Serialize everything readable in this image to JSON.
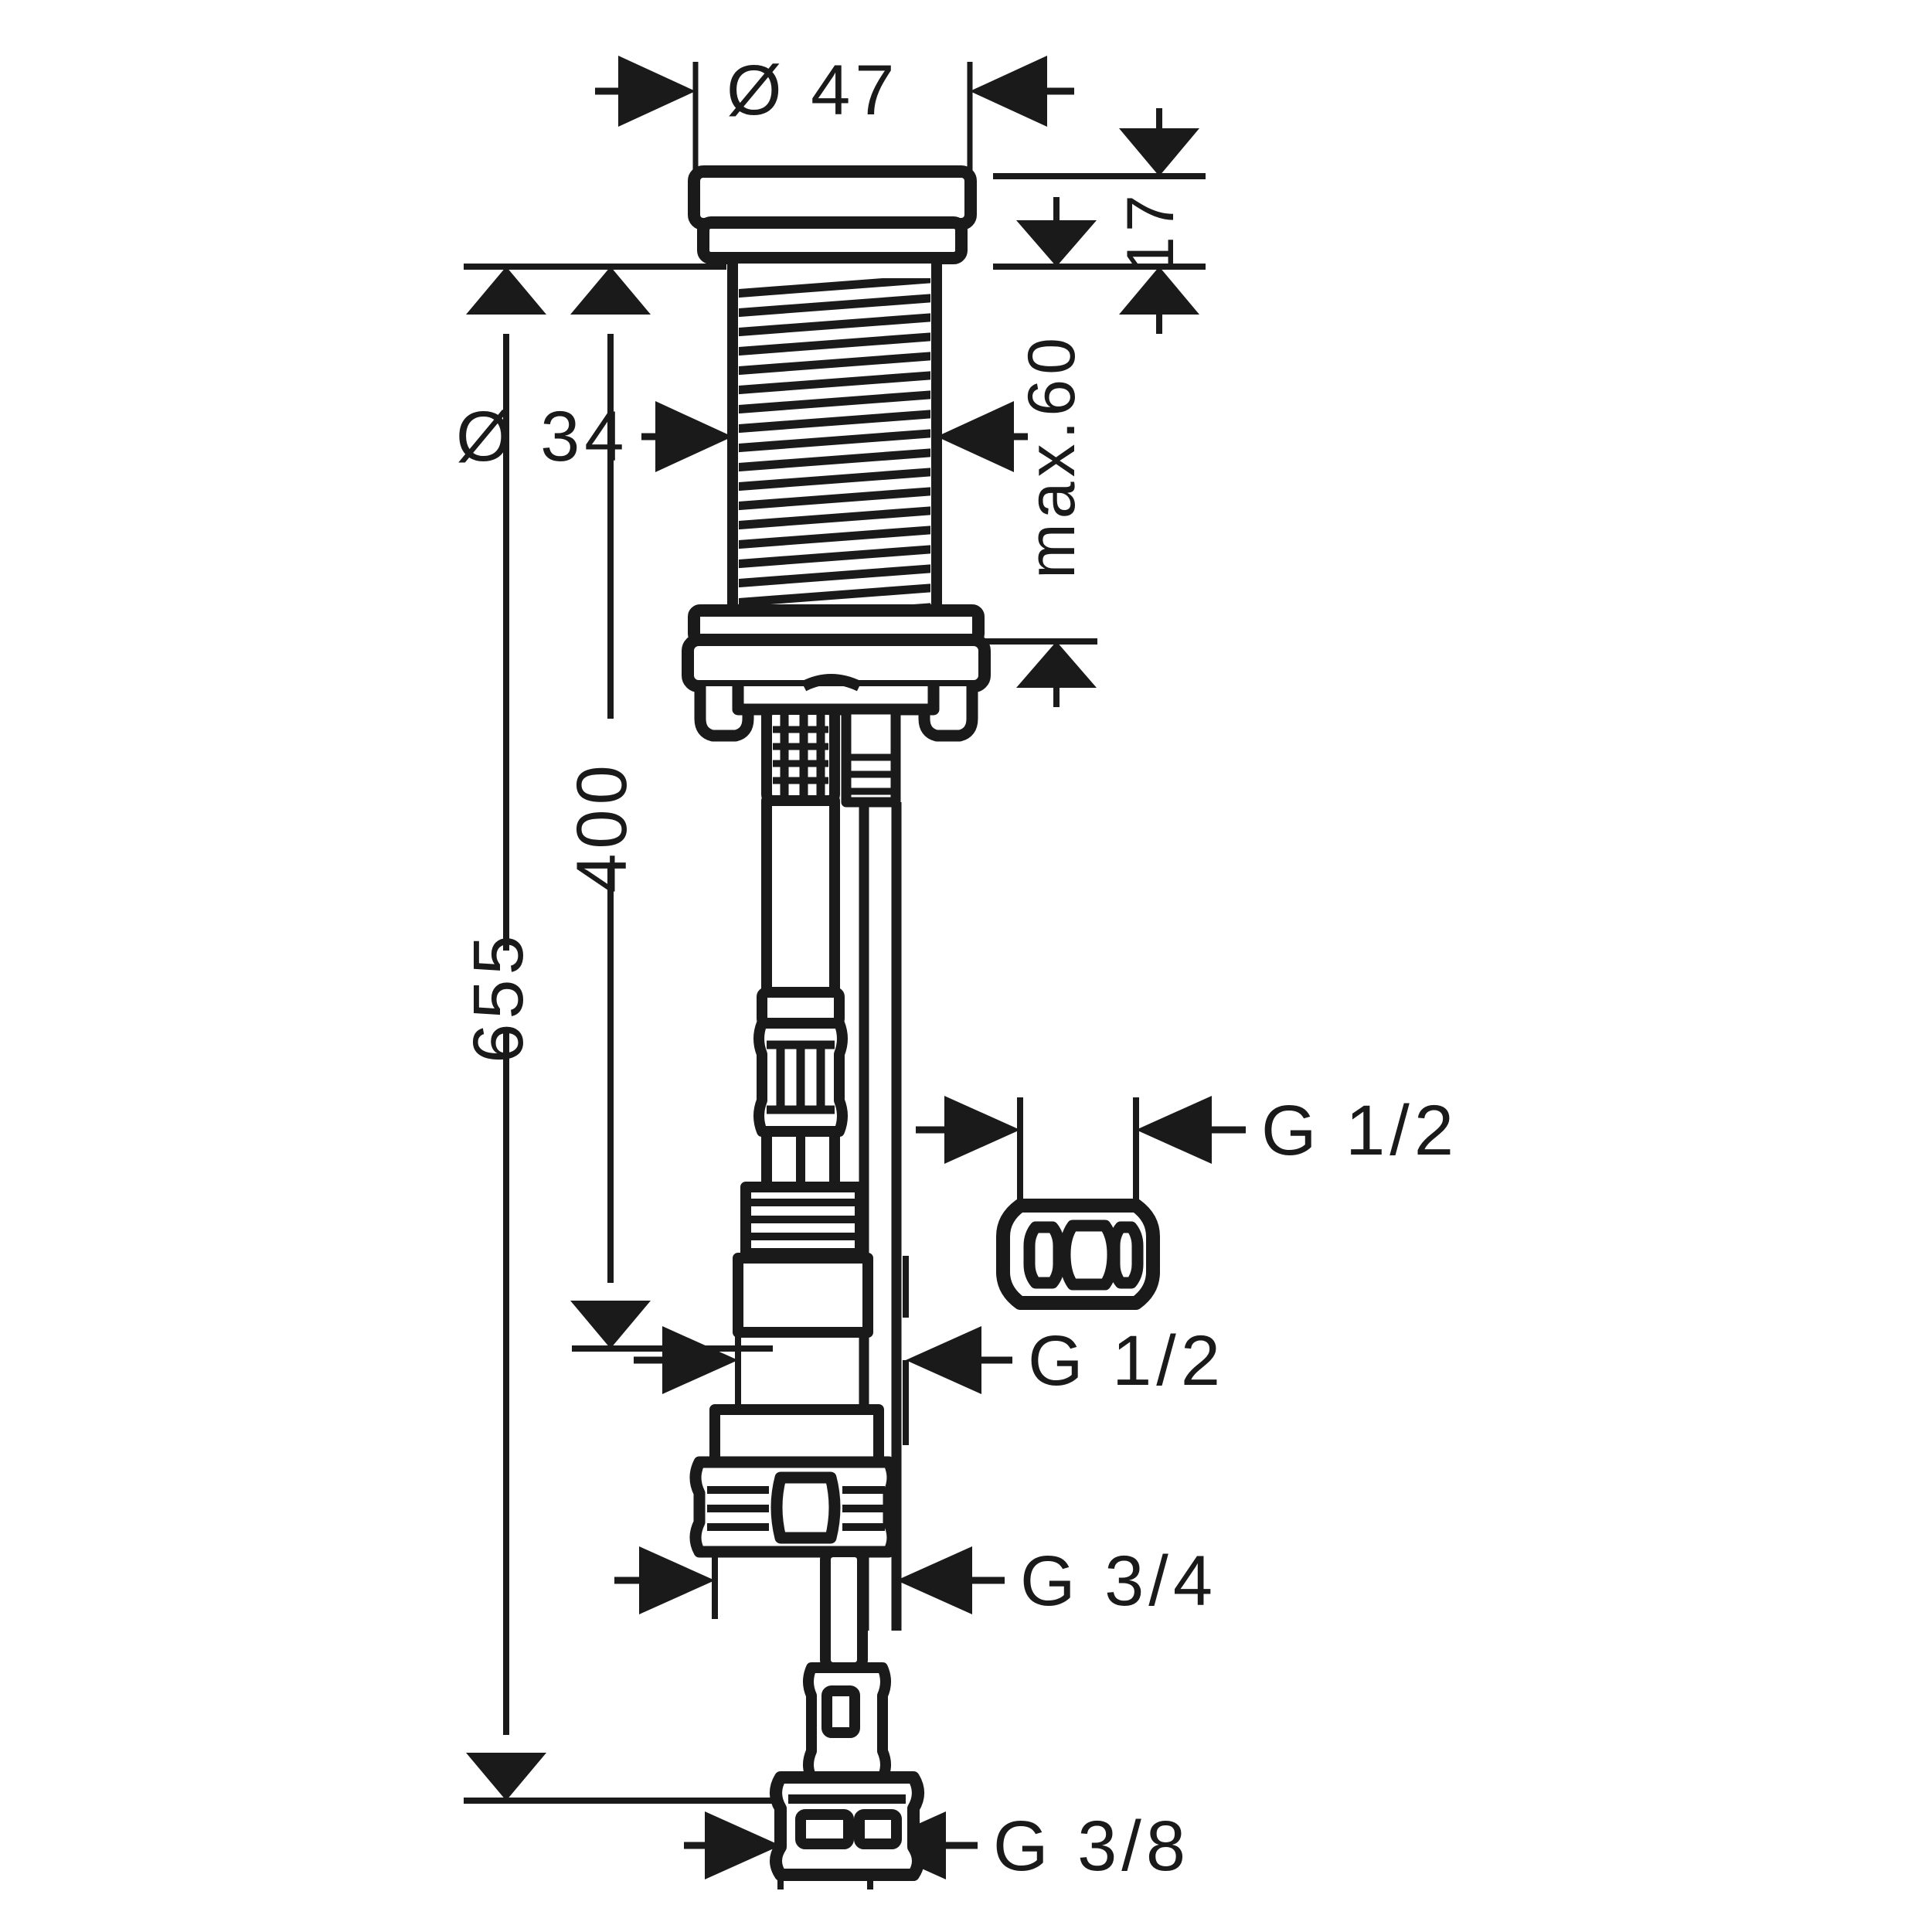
{
  "drawing": {
    "type": "technical-dimension-drawing",
    "subject": "faucet / basin mixer valve body with flexible hoses",
    "background_color": "#ffffff",
    "line_color": "#1a1a1a",
    "units": "mm"
  },
  "dimensions": {
    "top_diameter": "Ø 47",
    "shaft_diameter": "Ø 34",
    "cap_height": "17",
    "mounting_max": "max.60",
    "mid_length": "400",
    "total_length": "655"
  },
  "thread_callouts": {
    "washer_g12": "G 1/2",
    "coupling_g12": "G 1/2",
    "nut_g34": "G 3/4",
    "end_g38": "G 3/8"
  }
}
